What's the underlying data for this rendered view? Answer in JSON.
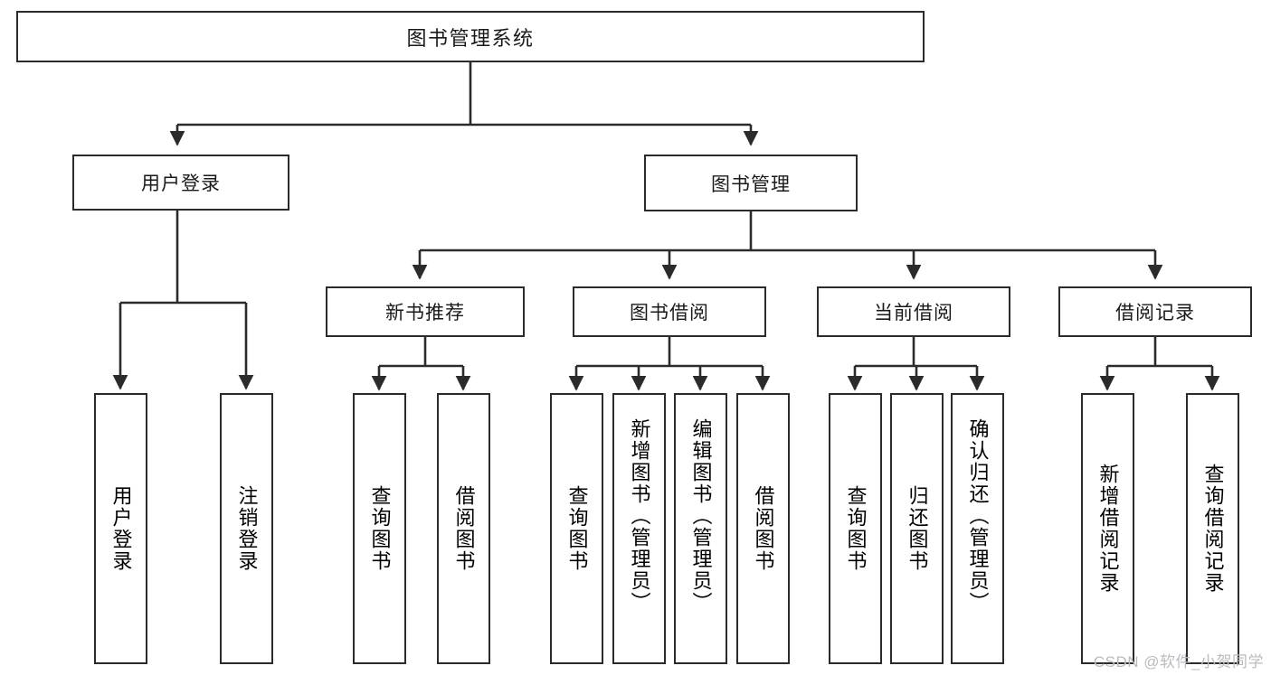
{
  "diagram": {
    "title": "图书管理系统",
    "type": "hierarchy-tree",
    "watermark": "CSDN @软件_小贺同学",
    "colors": {
      "stroke": "#2b2b2b",
      "fill": "#ffffff",
      "text": "#1a1a1a",
      "watermark": "#b9bcc0"
    },
    "levels": {
      "root": {
        "label": "图书管理系统"
      },
      "level2": [
        {
          "label": "用户登录"
        },
        {
          "label": "图书管理"
        }
      ],
      "level3": [
        {
          "label": "新书推荐"
        },
        {
          "label": "图书借阅"
        },
        {
          "label": "当前借阅"
        },
        {
          "label": "借阅记录"
        }
      ],
      "leaves": {
        "user_login": [
          {
            "label": "用户登录"
          },
          {
            "label": "注销登录"
          }
        ],
        "new_book_rec": [
          {
            "label": "查询图书"
          },
          {
            "label": "借阅图书"
          }
        ],
        "book_borrow": [
          {
            "label": "查询图书"
          },
          {
            "label": "新增图书（管理员）"
          },
          {
            "label": "编辑图书（管理员）"
          },
          {
            "label": "借阅图书"
          }
        ],
        "current_borrow": [
          {
            "label": "查询图书"
          },
          {
            "label": "归还图书"
          },
          {
            "label": "确认归还（管理员）"
          }
        ],
        "borrow_record": [
          {
            "label": "新增借阅记录"
          },
          {
            "label": "查询借阅记录"
          }
        ]
      }
    }
  }
}
